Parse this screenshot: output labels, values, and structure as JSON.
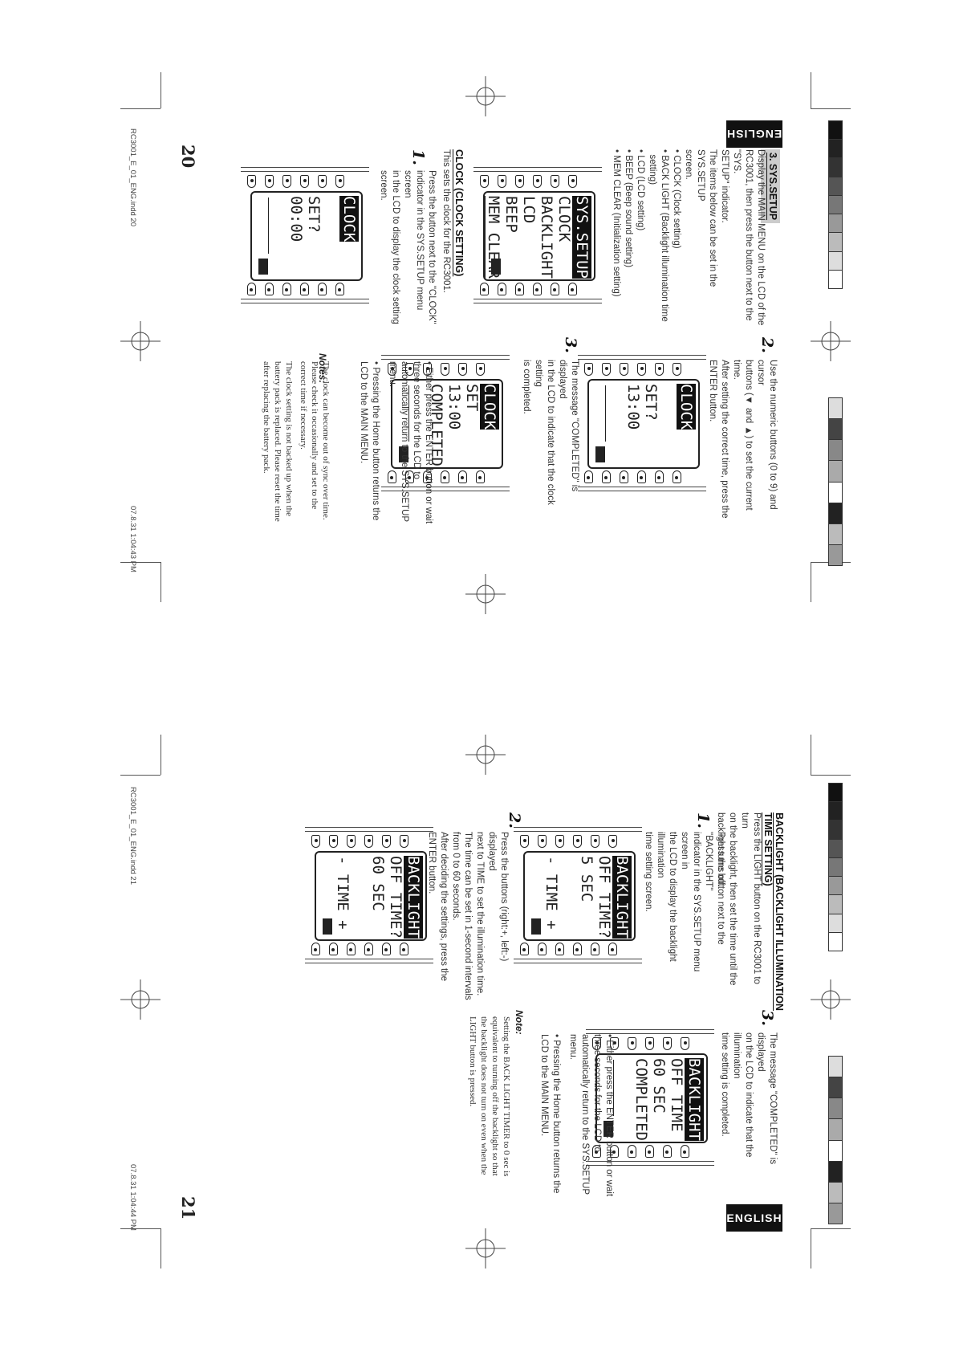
{
  "left_page": {
    "language_tab": "ENGLISH",
    "section_title": "3. SYS.SETUP",
    "intro": [
      "Display the MAIN MENU on the LCD of the",
      "RC3001, then press the button next to the \"SYS.",
      "SETUP\" indicator.",
      "The items below can be set in the SYS.SETUP",
      "screen."
    ],
    "items": [
      "CLOCK (Clock setting)",
      "BACK LIGHT (Backlight illumination time",
      "setting)",
      "LCD (LCD setting)",
      "BEEP (Beep sound setting)",
      "MEM CLEAR (Initialization setting)"
    ],
    "menu_lcd": [
      "SYS.SETUP",
      "CLOCK",
      "BACKLIGHT",
      "LCD",
      "BEEP",
      "MEM CLEAR"
    ],
    "clock_heading": "CLOCK (CLOCK SETTING)",
    "clock_intro": "This sets the clock for the RC3001.",
    "step1_num": "1.",
    "step1_text": [
      "Press the button next to the \"CLOCK\"",
      "indicator in the SYS.SETUP menu screen",
      "in the LCD to display the clock setting",
      "screen."
    ],
    "step1_lcd": [
      "CLOCK",
      "SET?",
      "00:00"
    ],
    "step2_num": "2.",
    "step2_text": [
      "Use the numeric buttons (0 to 9) and cursor",
      "buttons (◄ and ►) to set the current time.",
      "After setting the correct time, press the",
      "ENTER button."
    ],
    "step2_lcd": [
      "CLOCK",
      "SET?",
      "13:00"
    ],
    "step3_num": "3.",
    "step3_text": [
      "The message \"COMPLETED\" is displayed",
      "in the LCD to indicate that the clock setting",
      "is completed."
    ],
    "step3_lcd": [
      "CLOCK",
      "SET",
      "13:00",
      "COMPLETED"
    ],
    "bullets": [
      "Either press the ENTER button or wait three seconds for the LCD to automatically return to the SYS.SETUP menu.",
      "Pressing the Home button returns the LCD to the MAIN MENU."
    ],
    "notes_label": "Notes:",
    "notes": [
      "The clock can become out of sync over time. Please check it occasionally and set to the correct time if necessary.",
      "The clock setting is not backed up when the battery pack is replaced. Please reset the time after replacing the battery pack."
    ],
    "page_number": "20",
    "footer_file": "RC3001_E_01_ENG.indd 20",
    "footer_date": "07.8.31 1:04:43 PM"
  },
  "right_page": {
    "language_tab": "ENGLISH",
    "section_heading_1": "BACKLIGHT (BACKLIGHT ILLUMINATION",
    "section_heading_2": "TIME SETTING)",
    "intro": [
      "Press the LIGHT button on the RC3001 to turn",
      "on the backlight, then set the time until the",
      "backlight turns off."
    ],
    "step1_num": "1.",
    "step1_text": [
      "Press the button next to the \"BACKLIGHT\"",
      "indicator in the SYS.SETUP menu screen in",
      "the LCD to display the backlight illumination",
      "time setting screen."
    ],
    "step1_lcd": [
      "BACKLIGHT",
      "OFF TIME?",
      "5 SEC",
      "- TIME +"
    ],
    "step2_num": "2.",
    "step2_text": [
      "Press the buttons (right:+, left:-) displayed",
      "next to TIME to set the illumination time.",
      "The time can be set in 1-second intervals",
      "from 0 to 60 seconds.",
      "After deciding the settings, press the",
      "ENTER button."
    ],
    "step2_lcd": [
      "BACKLIGHT",
      "OFF TIME?",
      "60 SEC",
      "- TIME +"
    ],
    "step3_num": "3.",
    "step3_text": [
      "The message \"COMPLETED\" is displayed",
      "on the LCD to indicate that the illumination",
      "time setting is completed."
    ],
    "step3_lcd": [
      "BACKLIGHT",
      "OFF TIME",
      "60 SEC",
      "COMPLETED"
    ],
    "bullets": [
      "Either press the ENTER button or wait three seconds for the LCD to automatically return to the SYS.SETUP menu.",
      "Pressing the Home button returns the LCD to the MAIN MENU."
    ],
    "note_label": "Note:",
    "note": "Setting the BACK LIGHT TIMER to 0 sec is equivalent to turning off the backlight so that the backlight does not turn on even when the LIGHT button is pressed.",
    "page_number": "21",
    "footer_file": "RC3001_E_01_ENG.indd 21",
    "footer_date": "07.8.31 1:04:44 PM"
  },
  "colors": {
    "ink": "#222222",
    "tab_black": "#111111"
  }
}
